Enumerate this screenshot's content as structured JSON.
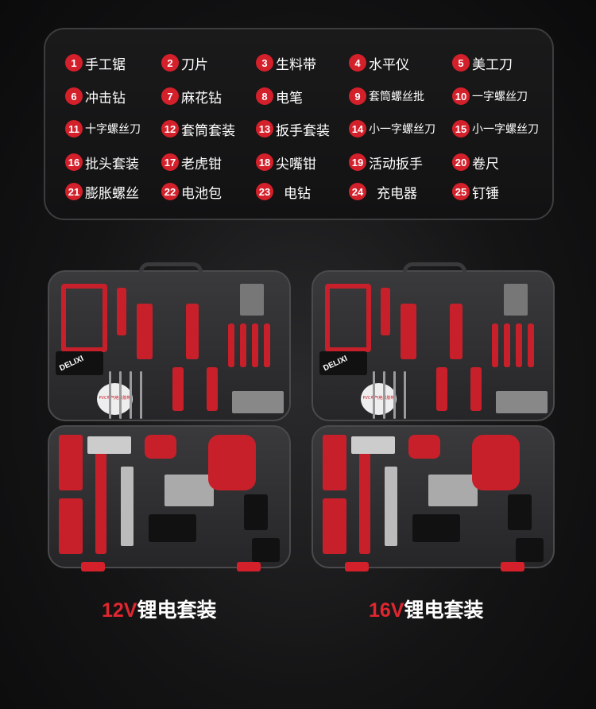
{
  "legend": {
    "items": [
      {
        "num": "1",
        "label": "手工锯"
      },
      {
        "num": "2",
        "label": "刀片"
      },
      {
        "num": "3",
        "label": "生料带"
      },
      {
        "num": "4",
        "label": "水平仪"
      },
      {
        "num": "5",
        "label": "美工刀"
      },
      {
        "num": "6",
        "label": "冲击钻"
      },
      {
        "num": "7",
        "label": "麻花钻"
      },
      {
        "num": "8",
        "label": "电笔"
      },
      {
        "num": "9",
        "label": "套筒螺丝批"
      },
      {
        "num": "10",
        "label": "一字螺丝刀"
      },
      {
        "num": "11",
        "label": "十字螺丝刀"
      },
      {
        "num": "12",
        "label": "套筒套装"
      },
      {
        "num": "13",
        "label": "扳手套装"
      },
      {
        "num": "14",
        "label": "小一字螺丝刀"
      },
      {
        "num": "15",
        "label": "小一字螺丝刀"
      },
      {
        "num": "16",
        "label": "批头套装"
      },
      {
        "num": "17",
        "label": "老虎钳"
      },
      {
        "num": "18",
        "label": "尖嘴钳"
      },
      {
        "num": "19",
        "label": "活动扳手"
      },
      {
        "num": "20",
        "label": "卷尺"
      },
      {
        "num": "21",
        "label": "膨胀螺丝"
      },
      {
        "num": "22",
        "label": "电池包"
      },
      {
        "num": "23",
        "label": "电钻"
      },
      {
        "num": "24",
        "label": "充电器"
      },
      {
        "num": "25",
        "label": "钉锤"
      }
    ]
  },
  "kits": [
    {
      "voltage": "12V",
      "name": "锂电套装",
      "brand": "DELIXI",
      "tape_label": "PVC电气绝缘胶带"
    },
    {
      "voltage": "16V",
      "name": "锂电套装",
      "brand": "DELIXI",
      "tape_label": "PVC电气绝缘胶带"
    }
  ],
  "colors": {
    "accent": "#d3202a",
    "background": "#141415"
  }
}
